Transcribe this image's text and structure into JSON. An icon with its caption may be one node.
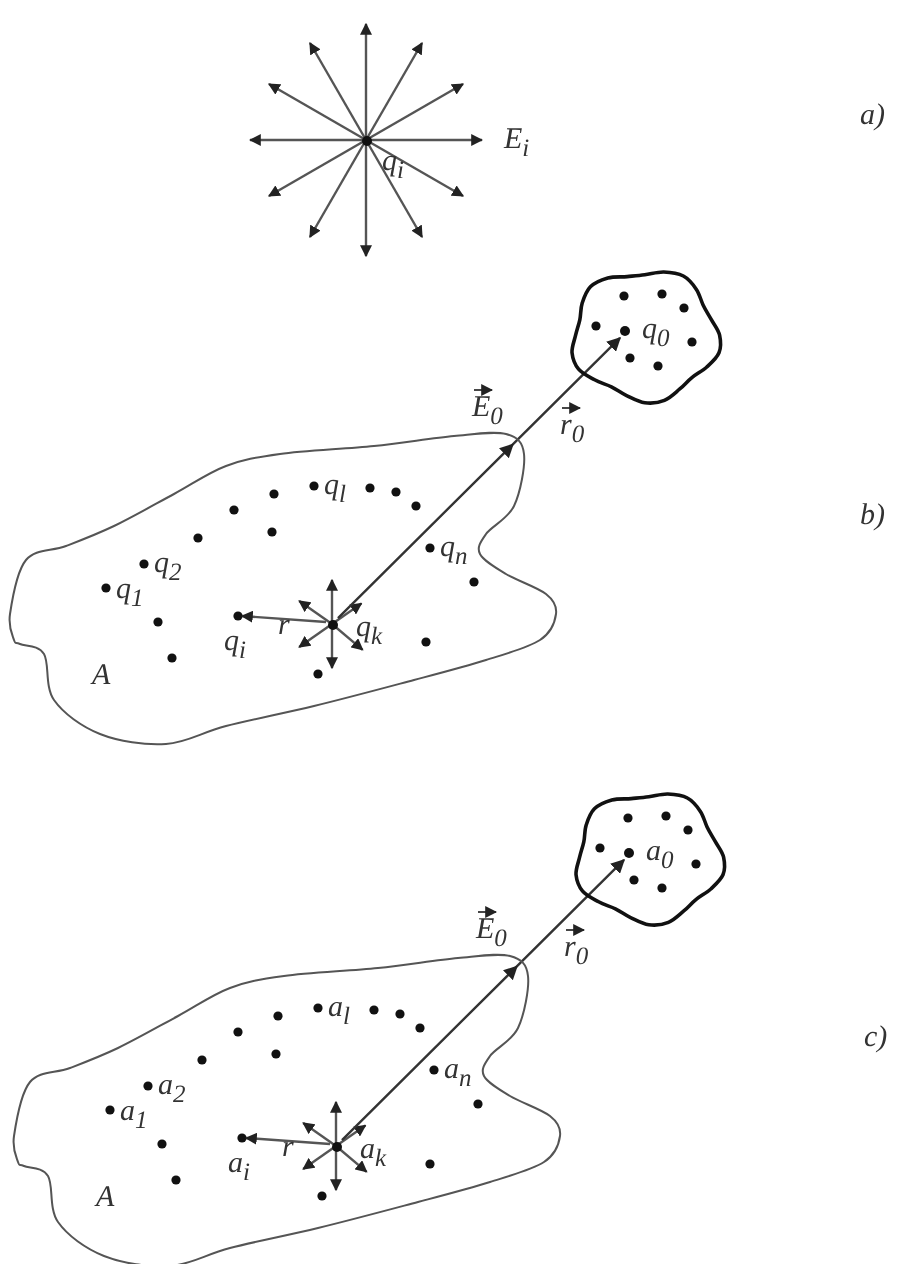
{
  "diagram": {
    "nodes": [
      {
        "text": [
          "q$_{i}$"
        ]
      },
      {
        "text": [
          "A"
        ]
      },
      {
        "text": [
          "q$_{k}$"
        ],
        "in": 1
      },
      {
        "text": [],
        "shape": "cloud"
      },
      {
        "text": [
          "q$_{0}$"
        ],
        "in": 3
      },
      {
        "text": [
          "A"
        ]
      },
      {
        "text": [
          "a$_{k}$"
        ],
        "in": 5
      },
      {
        "text": [],
        "shape": "cloud"
      },
      {
        "text": [
          "a$_{0}$"
        ],
        "in": 7
      }
    ],
    "edges": [
      {
        "from": 2,
        "to": 4,
        "arrow": "to"
      },
      {
        "from": 6,
        "to": 8,
        "arrow": "to"
      }
    ],
    "labels": [
      "E$_{i}$",
      "a)",
      "E$_{0}$",
      "r$_{0}$",
      "q$_{l}$",
      "b)",
      "q$_{n}$",
      "q$_{2}$",
      "q$_{1}$",
      "q$_{i}$",
      "r",
      "E$_{0}$",
      "r$_{0}$",
      "a$_{l}$",
      "c)",
      "a$_{n}$",
      "a$_{2}$",
      "a$_{1}$",
      "a$_{i}$",
      "r"
    ]
  }
}
